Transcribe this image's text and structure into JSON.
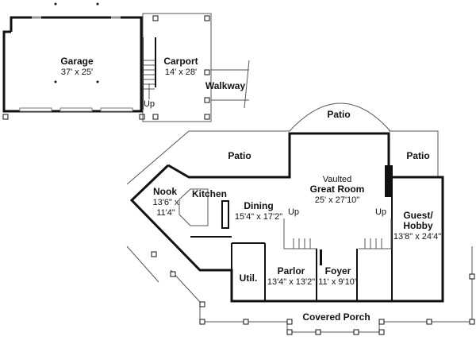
{
  "rooms": {
    "garage": {
      "name": "Garage",
      "size": "37' x 25'"
    },
    "carport": {
      "name": "Carport",
      "size": "14' x 28'"
    },
    "walkway": {
      "name": "Walkway"
    },
    "patio_top": {
      "name": "Patio"
    },
    "patio_left": {
      "name": "Patio"
    },
    "patio_right": {
      "name": "Patio"
    },
    "nook": {
      "name": "Nook",
      "size_line1": "13'6\" x",
      "size_line2": "11'4\""
    },
    "kitchen": {
      "name": "Kitchen"
    },
    "dining": {
      "name": "Dining",
      "size": "15'4\" x 17'2\""
    },
    "great_room": {
      "prefix": "Vaulted",
      "name": "Great Room",
      "size": "25' x 27'10\""
    },
    "guest": {
      "name_line1": "Guest/",
      "name_line2": "Hobby",
      "size": "13'8\" x 24'4\""
    },
    "parlor": {
      "name": "Parlor",
      "size": "13'4\" x 13'2\""
    },
    "foyer": {
      "name": "Foyer",
      "size": "11' x 9'10\""
    },
    "util": {
      "name": "Util."
    },
    "porch": {
      "name": "Covered Porch"
    }
  },
  "stairs": {
    "garage_up": "Up",
    "left_up": "Up",
    "right_up": "Up"
  }
}
